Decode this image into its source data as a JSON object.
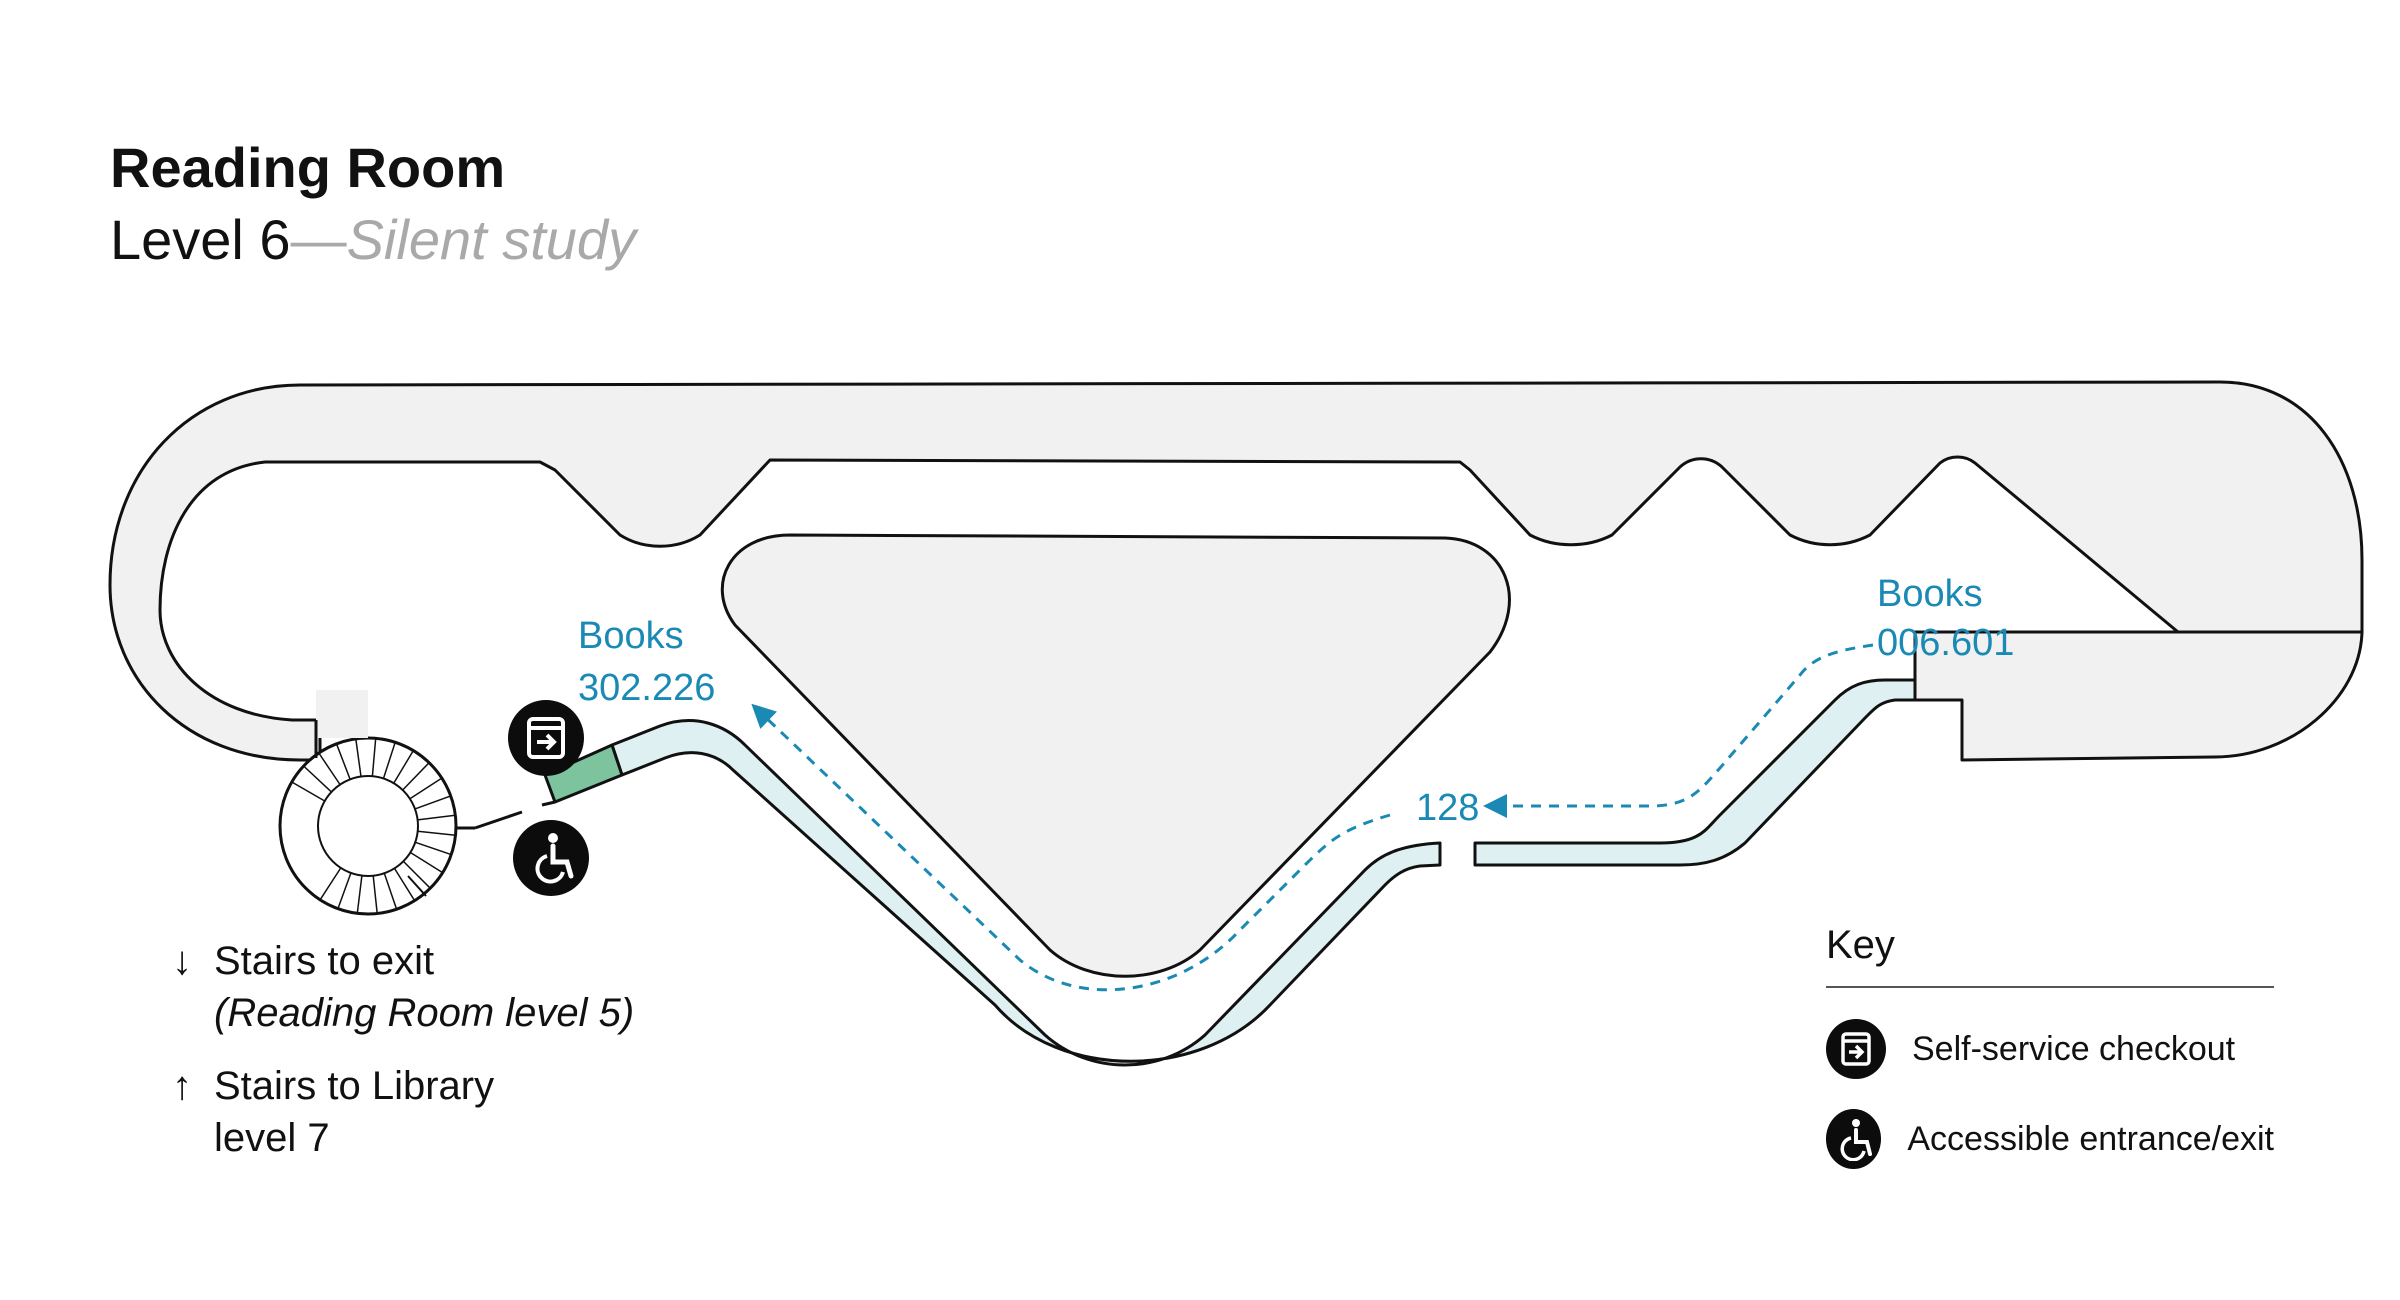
{
  "header": {
    "title": "Reading Room",
    "level": "Level 6",
    "dash": "—",
    "zone": "Silent study"
  },
  "shelves": {
    "left": {
      "label": "Books",
      "range": "302.226"
    },
    "right": {
      "label": "Books",
      "range": "006.601"
    },
    "middle": {
      "range": "128"
    }
  },
  "stairs": {
    "down_arrow": "↓",
    "down_label": "Stairs to exit",
    "down_note": "(Reading Room level 5)",
    "up_arrow": "↑",
    "up_label_line1": "Stairs to Library",
    "up_label_line2": "level 7"
  },
  "key": {
    "title": "Key",
    "items": [
      {
        "icon": "self-service-checkout-icon",
        "label": "Self-service checkout"
      },
      {
        "icon": "accessible-entrance-icon",
        "label": "Accessible entrance/exit"
      }
    ]
  },
  "colors": {
    "floor": "#f1f1f1",
    "shelf": "#dff0f3",
    "checkout_zone": "#7cc39e",
    "route": "#1a8ab5",
    "icon_bg": "#0c0c0c"
  }
}
